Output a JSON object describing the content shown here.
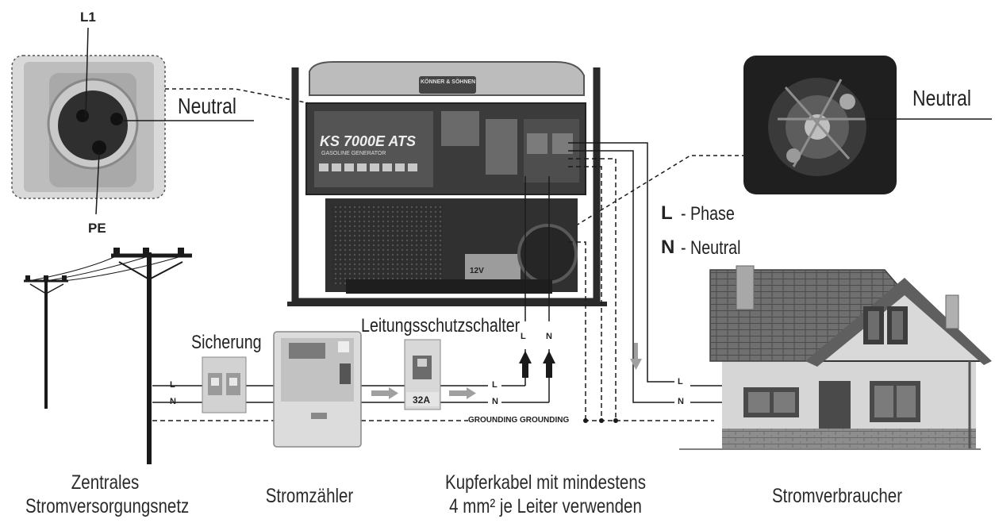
{
  "labels": {
    "l1": "L1",
    "pe": "PE",
    "neutral_left": "Neutral",
    "neutral_right": "Neutral",
    "legend_l_key": "L",
    "legend_l_text": "- Phase",
    "legend_n_key": "N",
    "legend_n_text": "- Neutral",
    "sicherung": "Sicherung",
    "leitungsschutzschalter": "Leitungsschutzschalter",
    "breaker_rating": "32A",
    "grounding": "GROUNDING GROUNDING",
    "line_l": "L",
    "line_n": "N",
    "generator_brand": "KÖNNER & SÖHNEN",
    "generator_model": "KS 7000E ATS",
    "generator_sub": "GASOLINE GENERATOR",
    "battery": "12V"
  },
  "captions": {
    "grid_line1": "Zentrales",
    "grid_line2": "Stromversorgungsnetz",
    "meter": "Stromzähler",
    "cable_line1": "Kupferkabel mit mindestens",
    "cable_line2": "4 mm² je Leiter verwenden",
    "consumer": "Stromverbraucher"
  },
  "colors": {
    "line": "#1a1a1a",
    "generator_body": "#3a3a3a",
    "panel": "#5a5a5a",
    "roof": "#6e6e6e",
    "wall": "#cfcfcf",
    "brick": "#8a8a8a",
    "arrow_gray": "#a0a0a0"
  }
}
